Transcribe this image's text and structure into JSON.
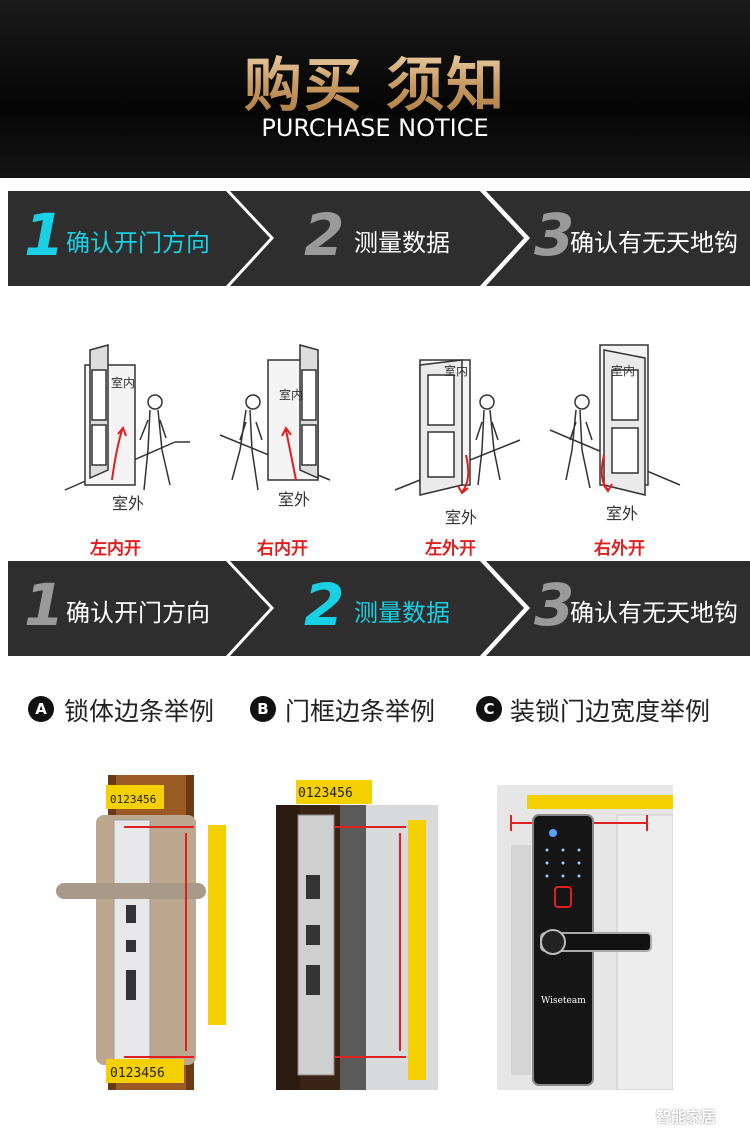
{
  "header": {
    "title": "购买 须知",
    "subtitle": "PURCHASE NOTICE"
  },
  "steps_top": [
    {
      "num": "1",
      "label": "确认开门方向",
      "active": true
    },
    {
      "num": "2",
      "label": "测量数据",
      "active": false
    },
    {
      "num": "3",
      "label": "确认有无天地钩",
      "active": false
    }
  ],
  "steps_mid": [
    {
      "num": "1",
      "label": "确认开门方向",
      "active": false
    },
    {
      "num": "2",
      "label": "测量数据",
      "active": true
    },
    {
      "num": "3",
      "label": "确认有无天地钩",
      "active": false
    }
  ],
  "doors": [
    {
      "indoor": "室内",
      "outdoor": "室外",
      "type": "左内开"
    },
    {
      "indoor": "室内",
      "outdoor": "室外",
      "type": "右内开"
    },
    {
      "indoor": "室内",
      "outdoor": "室外",
      "type": "左外开"
    },
    {
      "indoor": "室内",
      "outdoor": "室外",
      "type": "右外开"
    }
  ],
  "frames": [
    {
      "badge": "A",
      "label": "锁体边条举例"
    },
    {
      "badge": "B",
      "label": "门框边条举例"
    },
    {
      "badge": "C",
      "label": "装锁门边宽度举例"
    }
  ],
  "ruler_digits": "0123456",
  "brand": "Wiseteam",
  "watermark": "智能家居",
  "colors": {
    "accent": "#19d0e4",
    "step_bg": "#2e2e2e",
    "gold": "#c99a62",
    "red_label": "#e02020"
  }
}
